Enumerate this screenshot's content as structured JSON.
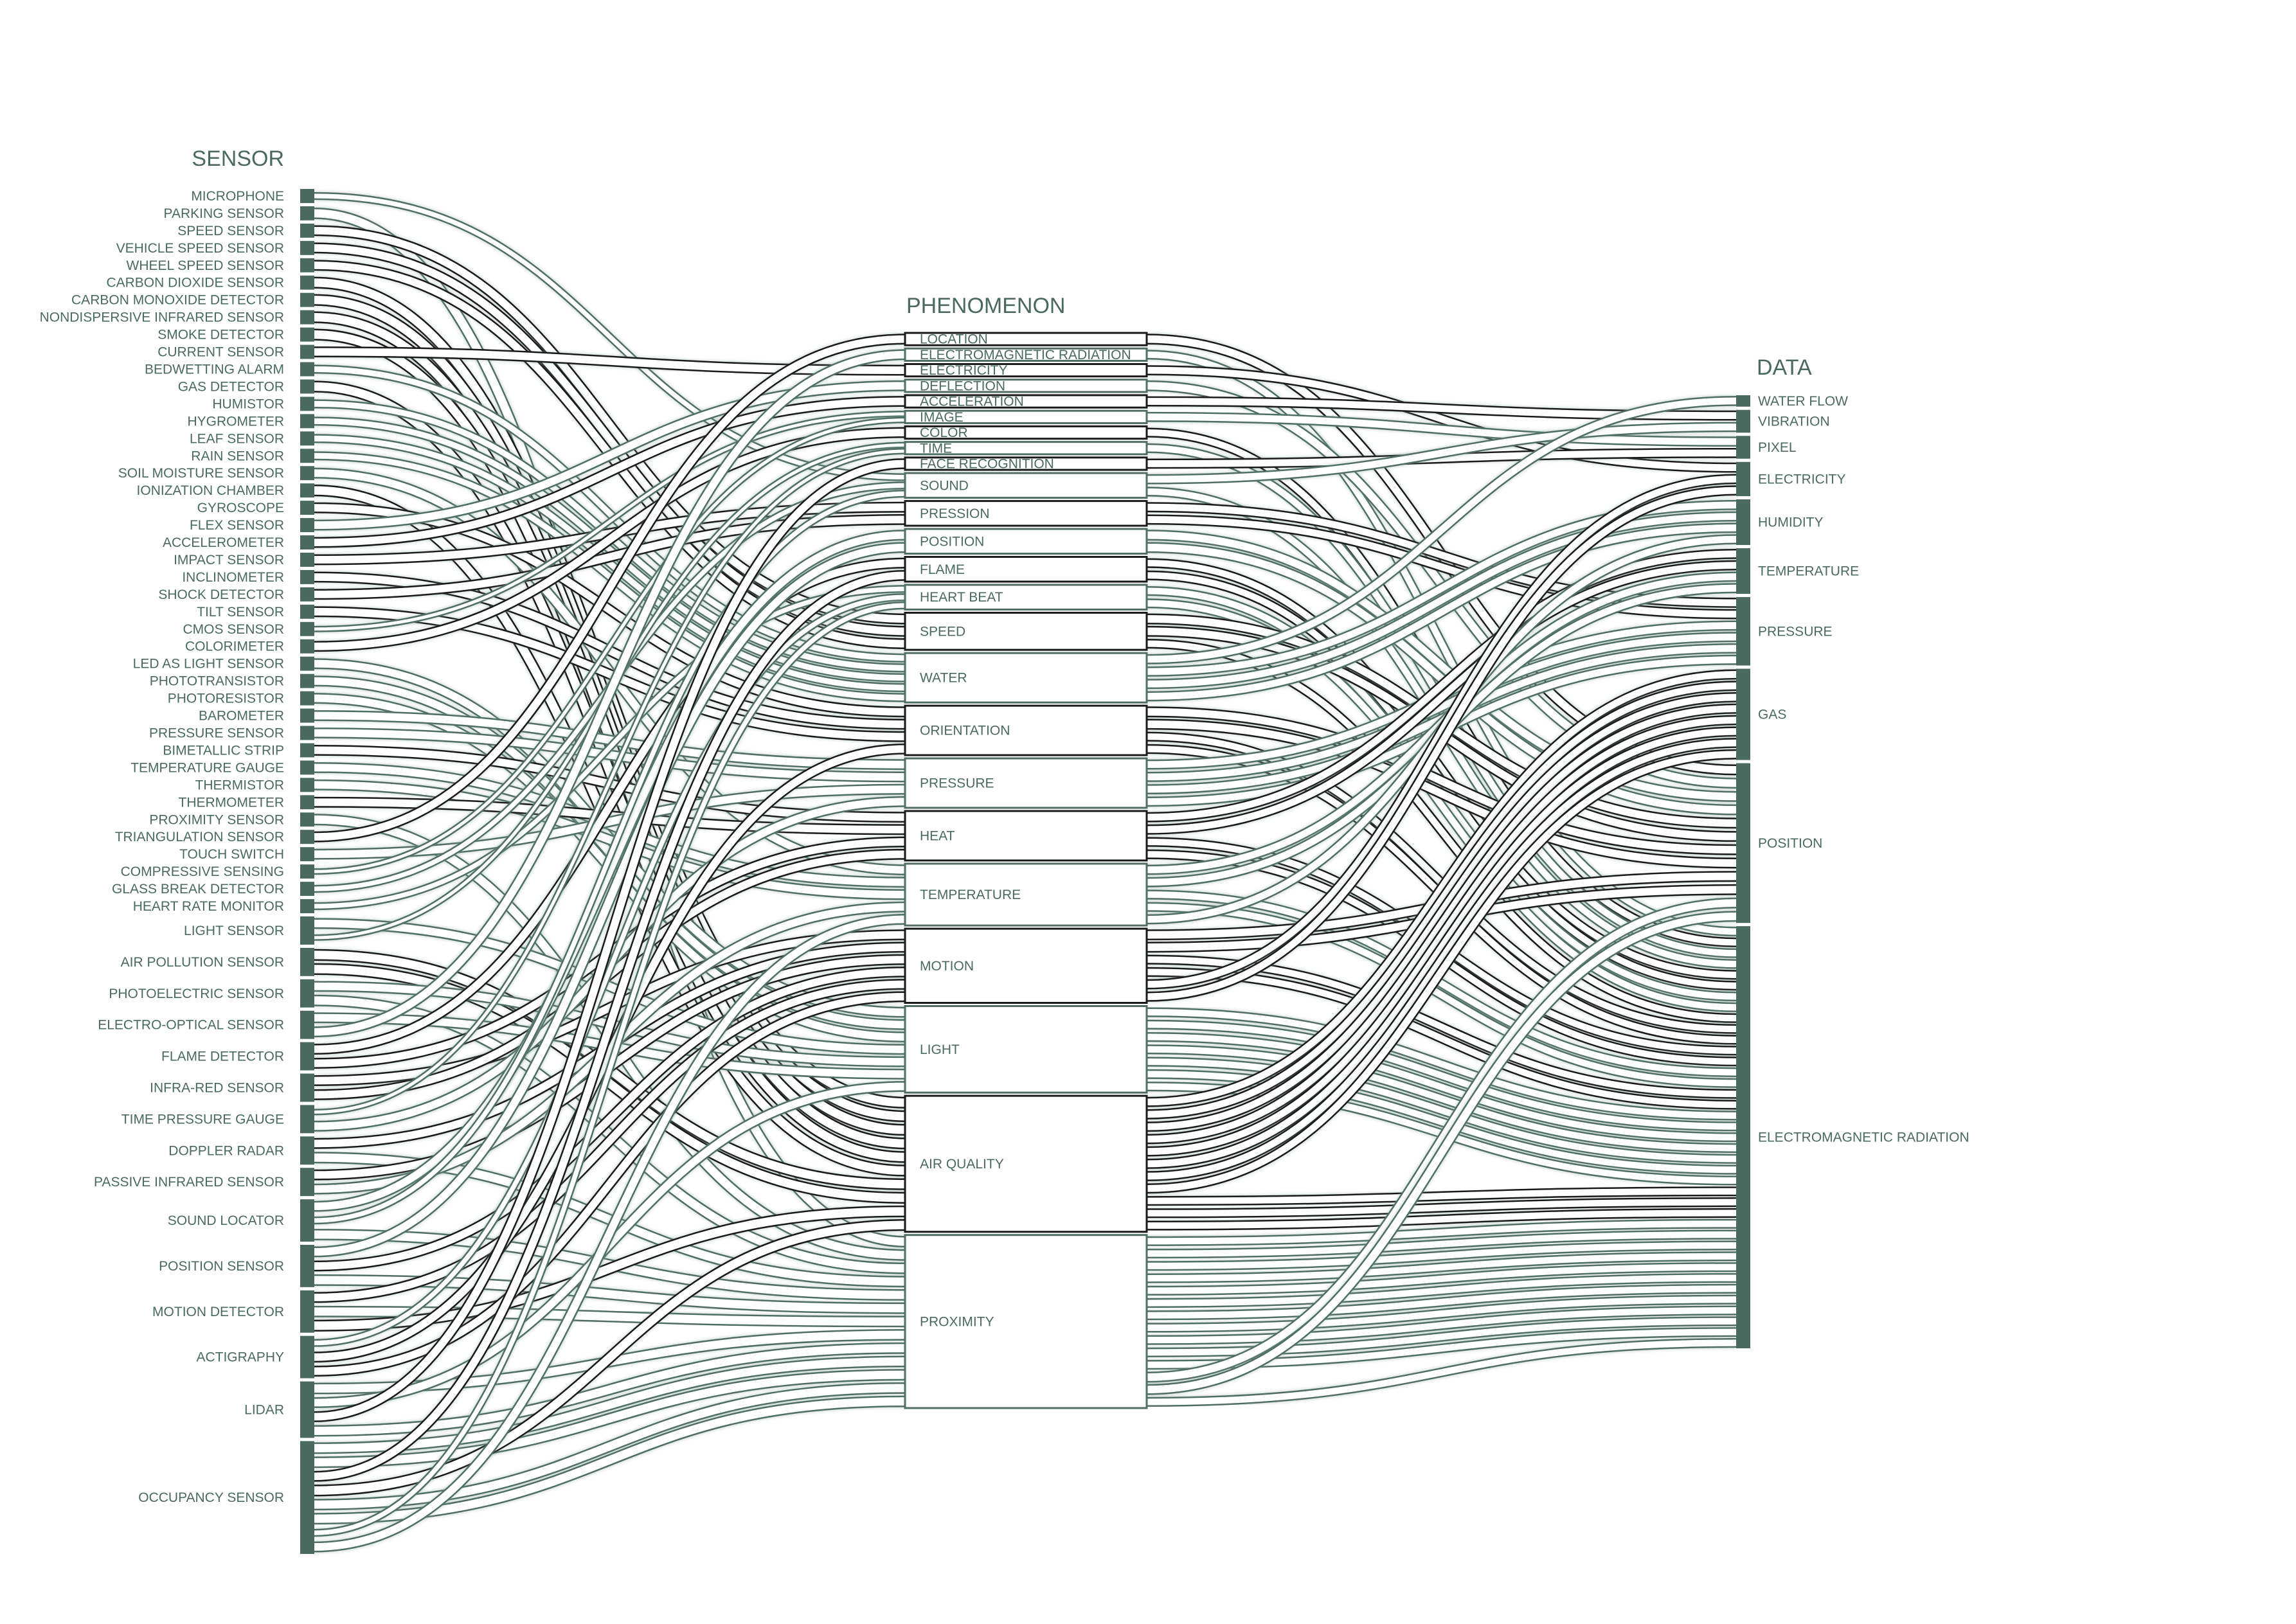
{
  "colors": {
    "label": "#4a6a60",
    "bar": "#4a6a60",
    "flow_dark": "#1a1a1a",
    "flow_green": "#4f6e64",
    "flow_fill": "#ffffff"
  },
  "columns": {
    "sensor_title": "SENSOR",
    "phenomenon_title": "PHENOMENON",
    "data_title": "DATA"
  },
  "sensors": [
    {
      "label": "MICROPHONE",
      "weight": 1
    },
    {
      "label": "PARKING SENSOR",
      "weight": 1
    },
    {
      "label": "SPEED SENSOR",
      "weight": 1
    },
    {
      "label": "VEHICLE SPEED SENSOR",
      "weight": 1
    },
    {
      "label": "WHEEL SPEED SENSOR",
      "weight": 1
    },
    {
      "label": "CARBON DIOXIDE SENSOR",
      "weight": 1
    },
    {
      "label": "CARBON MONOXIDE DETECTOR",
      "weight": 1
    },
    {
      "label": "NONDISPERSIVE INFRARED SENSOR",
      "weight": 1
    },
    {
      "label": "SMOKE DETECTOR",
      "weight": 1
    },
    {
      "label": "CURRENT SENSOR",
      "weight": 1
    },
    {
      "label": "BEDWETTING ALARM",
      "weight": 1
    },
    {
      "label": "GAS DETECTOR",
      "weight": 1
    },
    {
      "label": "HUMISTOR",
      "weight": 1
    },
    {
      "label": "HYGROMETER",
      "weight": 1
    },
    {
      "label": "LEAF SENSOR",
      "weight": 1
    },
    {
      "label": "RAIN SENSOR",
      "weight": 1
    },
    {
      "label": "SOIL MOISTURE SENSOR",
      "weight": 1
    },
    {
      "label": "IONIZATION CHAMBER",
      "weight": 1
    },
    {
      "label": "GYROSCOPE",
      "weight": 1
    },
    {
      "label": "FLEX SENSOR",
      "weight": 1
    },
    {
      "label": "ACCELEROMETER",
      "weight": 1
    },
    {
      "label": "IMPACT SENSOR",
      "weight": 1
    },
    {
      "label": "INCLINOMETER",
      "weight": 1
    },
    {
      "label": "SHOCK DETECTOR",
      "weight": 1
    },
    {
      "label": "TILT SENSOR",
      "weight": 1
    },
    {
      "label": "CMOS SENSOR",
      "weight": 1
    },
    {
      "label": "COLORIMETER",
      "weight": 1
    },
    {
      "label": "LED AS LIGHT SENSOR",
      "weight": 1
    },
    {
      "label": "PHOTOTRANSISTOR",
      "weight": 1
    },
    {
      "label": "PHOTORESISTOR",
      "weight": 1
    },
    {
      "label": "BAROMETER",
      "weight": 1
    },
    {
      "label": "PRESSURE SENSOR",
      "weight": 1
    },
    {
      "label": "BIMETALLIC STRIP",
      "weight": 1
    },
    {
      "label": "TEMPERATURE GAUGE",
      "weight": 1
    },
    {
      "label": "THERMISTOR",
      "weight": 1
    },
    {
      "label": "THERMOMETER",
      "weight": 1
    },
    {
      "label": "PROXIMITY SENSOR",
      "weight": 1
    },
    {
      "label": "TRIANGULATION SENSOR",
      "weight": 1
    },
    {
      "label": "TOUCH SWITCH",
      "weight": 1
    },
    {
      "label": "COMPRESSIVE SENSING",
      "weight": 1
    },
    {
      "label": "GLASS BREAK DETECTOR",
      "weight": 1
    },
    {
      "label": "HEART RATE MONITOR",
      "weight": 1
    },
    {
      "label": "LIGHT SENSOR",
      "weight": 2
    },
    {
      "label": "AIR POLLUTION SENSOR",
      "weight": 2
    },
    {
      "label": "PHOTOELECTRIC SENSOR",
      "weight": 2
    },
    {
      "label": "ELECTRO-OPTICAL SENSOR",
      "weight": 2
    },
    {
      "label": "FLAME DETECTOR",
      "weight": 2
    },
    {
      "label": "INFRA-RED SENSOR",
      "weight": 2
    },
    {
      "label": "TIME PRESSURE GAUGE",
      "weight": 2
    },
    {
      "label": "DOPPLER RADAR",
      "weight": 2
    },
    {
      "label": "PASSIVE INFRARED SENSOR",
      "weight": 2
    },
    {
      "label": "SOUND LOCATOR",
      "weight": 3
    },
    {
      "label": "POSITION SENSOR",
      "weight": 3
    },
    {
      "label": "MOTION DETECTOR",
      "weight": 3
    },
    {
      "label": "ACTIGRAPHY",
      "weight": 3
    },
    {
      "label": "LIDAR",
      "weight": 4
    },
    {
      "label": "OCCUPANCY SENSOR",
      "weight": 8
    }
  ],
  "phenomena": [
    {
      "label": "LOCATION",
      "weight": 1,
      "tone": "dark"
    },
    {
      "label": "ELECTROMAGNETIC RADIATION",
      "weight": 1,
      "tone": "green"
    },
    {
      "label": "ELECTRICITY",
      "weight": 1,
      "tone": "dark"
    },
    {
      "label": "DEFLECTION",
      "weight": 1,
      "tone": "green"
    },
    {
      "label": "ACCELERATION",
      "weight": 1,
      "tone": "dark"
    },
    {
      "label": "IMAGE",
      "weight": 1,
      "tone": "green"
    },
    {
      "label": "COLOR",
      "weight": 1,
      "tone": "dark"
    },
    {
      "label": "TIME",
      "weight": 1,
      "tone": "green"
    },
    {
      "label": "FACE RECOGNITION",
      "weight": 1,
      "tone": "dark"
    },
    {
      "label": "SOUND",
      "weight": 2,
      "tone": "green"
    },
    {
      "label": "PRESSION",
      "weight": 2,
      "tone": "dark"
    },
    {
      "label": "POSITION",
      "weight": 2,
      "tone": "green"
    },
    {
      "label": "FLAME",
      "weight": 2,
      "tone": "dark"
    },
    {
      "label": "HEART BEAT",
      "weight": 2,
      "tone": "green"
    },
    {
      "label": "SPEED",
      "weight": 3,
      "tone": "dark"
    },
    {
      "label": "WATER",
      "weight": 4,
      "tone": "green"
    },
    {
      "label": "ORIENTATION",
      "weight": 4,
      "tone": "dark"
    },
    {
      "label": "PRESSURE",
      "weight": 4,
      "tone": "green"
    },
    {
      "label": "HEAT",
      "weight": 4,
      "tone": "dark"
    },
    {
      "label": "TEMPERATURE",
      "weight": 5,
      "tone": "green"
    },
    {
      "label": "MOTION",
      "weight": 6,
      "tone": "dark"
    },
    {
      "label": "LIGHT",
      "weight": 7,
      "tone": "green"
    },
    {
      "label": "AIR QUALITY",
      "weight": 11,
      "tone": "dark"
    },
    {
      "label": "PROXIMITY",
      "weight": 14,
      "tone": "green"
    }
  ],
  "data_types": [
    {
      "label": "WATER FLOW",
      "weight": 1
    },
    {
      "label": "VIBRATION",
      "weight": 2
    },
    {
      "label": "PIXEL",
      "weight": 2
    },
    {
      "label": "ELECTRICITY",
      "weight": 3
    },
    {
      "label": "HUMIDITY",
      "weight": 4
    },
    {
      "label": "TEMPERATURE",
      "weight": 4
    },
    {
      "label": "PRESSURE",
      "weight": 6
    },
    {
      "label": "GAS",
      "weight": 8
    },
    {
      "label": "POSITION",
      "weight": 14
    },
    {
      "label": "ELECTROMAGNETIC RADIATION",
      "weight": 37
    }
  ],
  "links_sensor_to_phenomenon": [
    [
      0,
      9
    ],
    [
      1,
      23
    ],
    [
      2,
      14
    ],
    [
      3,
      14
    ],
    [
      4,
      14
    ],
    [
      5,
      22
    ],
    [
      6,
      22
    ],
    [
      7,
      22
    ],
    [
      8,
      22
    ],
    [
      9,
      2
    ],
    [
      10,
      15
    ],
    [
      11,
      22
    ],
    [
      12,
      15
    ],
    [
      13,
      15
    ],
    [
      14,
      15
    ],
    [
      15,
      15
    ],
    [
      16,
      19
    ],
    [
      17,
      22
    ],
    [
      18,
      16
    ],
    [
      19,
      3
    ],
    [
      20,
      4
    ],
    [
      21,
      10
    ],
    [
      22,
      16
    ],
    [
      23,
      10
    ],
    [
      24,
      16
    ],
    [
      25,
      5
    ],
    [
      26,
      6
    ],
    [
      27,
      21
    ],
    [
      28,
      21
    ],
    [
      29,
      21
    ],
    [
      30,
      17
    ],
    [
      31,
      17
    ],
    [
      32,
      18
    ],
    [
      33,
      19
    ],
    [
      34,
      19
    ],
    [
      35,
      18
    ],
    [
      36,
      23
    ],
    [
      37,
      0
    ],
    [
      38,
      17
    ],
    [
      39,
      5
    ],
    [
      40,
      9
    ],
    [
      41,
      13
    ],
    [
      42,
      21
    ],
    [
      42,
      7
    ],
    [
      43,
      22
    ],
    [
      43,
      22
    ],
    [
      44,
      21
    ],
    [
      44,
      23
    ],
    [
      45,
      21
    ],
    [
      45,
      1
    ],
    [
      46,
      12
    ],
    [
      46,
      18
    ],
    [
      47,
      20
    ],
    [
      47,
      18
    ],
    [
      48,
      7
    ],
    [
      48,
      17
    ],
    [
      49,
      20
    ],
    [
      49,
      23
    ],
    [
      50,
      20
    ],
    [
      50,
      19
    ],
    [
      51,
      11
    ],
    [
      51,
      9
    ],
    [
      51,
      23
    ],
    [
      52,
      11
    ],
    [
      52,
      20
    ],
    [
      52,
      23
    ],
    [
      53,
      20
    ],
    [
      53,
      23
    ],
    [
      53,
      22
    ],
    [
      54,
      13
    ],
    [
      54,
      16
    ],
    [
      54,
      20
    ],
    [
      55,
      23
    ],
    [
      55,
      21
    ],
    [
      55,
      8
    ],
    [
      55,
      23
    ],
    [
      56,
      23
    ],
    [
      56,
      23
    ],
    [
      56,
      12
    ],
    [
      56,
      22
    ],
    [
      56,
      23
    ],
    [
      56,
      23
    ],
    [
      56,
      13
    ],
    [
      56,
      19
    ]
  ],
  "links_phenomenon_to_data": [
    [
      0,
      8
    ],
    [
      1,
      9
    ],
    [
      2,
      3
    ],
    [
      3,
      8
    ],
    [
      4,
      1
    ],
    [
      5,
      2
    ],
    [
      6,
      9
    ],
    [
      7,
      9
    ],
    [
      8,
      2
    ],
    [
      9,
      1
    ],
    [
      9,
      9
    ],
    [
      10,
      6
    ],
    [
      10,
      6
    ],
    [
      11,
      8
    ],
    [
      11,
      8
    ],
    [
      12,
      9
    ],
    [
      12,
      9
    ],
    [
      13,
      9
    ],
    [
      13,
      9
    ],
    [
      14,
      8
    ],
    [
      14,
      8
    ],
    [
      14,
      9
    ],
    [
      15,
      0
    ],
    [
      15,
      4
    ],
    [
      15,
      4
    ],
    [
      15,
      4
    ],
    [
      16,
      8
    ],
    [
      16,
      8
    ],
    [
      16,
      9
    ],
    [
      16,
      9
    ],
    [
      17,
      6
    ],
    [
      17,
      6
    ],
    [
      17,
      6
    ],
    [
      17,
      6
    ],
    [
      18,
      5
    ],
    [
      18,
      5
    ],
    [
      18,
      9
    ],
    [
      18,
      9
    ],
    [
      19,
      5
    ],
    [
      19,
      5
    ],
    [
      19,
      9
    ],
    [
      19,
      9
    ],
    [
      19,
      4
    ],
    [
      20,
      8
    ],
    [
      20,
      8
    ],
    [
      20,
      9
    ],
    [
      20,
      9
    ],
    [
      20,
      3
    ],
    [
      20,
      3
    ],
    [
      21,
      9
    ],
    [
      21,
      9
    ],
    [
      21,
      9
    ],
    [
      21,
      9
    ],
    [
      21,
      9
    ],
    [
      21,
      9
    ],
    [
      21,
      9
    ],
    [
      22,
      7
    ],
    [
      22,
      7
    ],
    [
      22,
      7
    ],
    [
      22,
      7
    ],
    [
      22,
      7
    ],
    [
      22,
      7
    ],
    [
      22,
      7
    ],
    [
      22,
      7
    ],
    [
      22,
      9
    ],
    [
      22,
      9
    ],
    [
      22,
      9
    ],
    [
      23,
      9
    ],
    [
      23,
      9
    ],
    [
      23,
      9
    ],
    [
      23,
      9
    ],
    [
      23,
      9
    ],
    [
      23,
      9
    ],
    [
      23,
      9
    ],
    [
      23,
      9
    ],
    [
      23,
      9
    ],
    [
      23,
      9
    ],
    [
      23,
      9
    ],
    [
      23,
      8
    ],
    [
      23,
      8
    ],
    [
      23,
      9
    ]
  ]
}
